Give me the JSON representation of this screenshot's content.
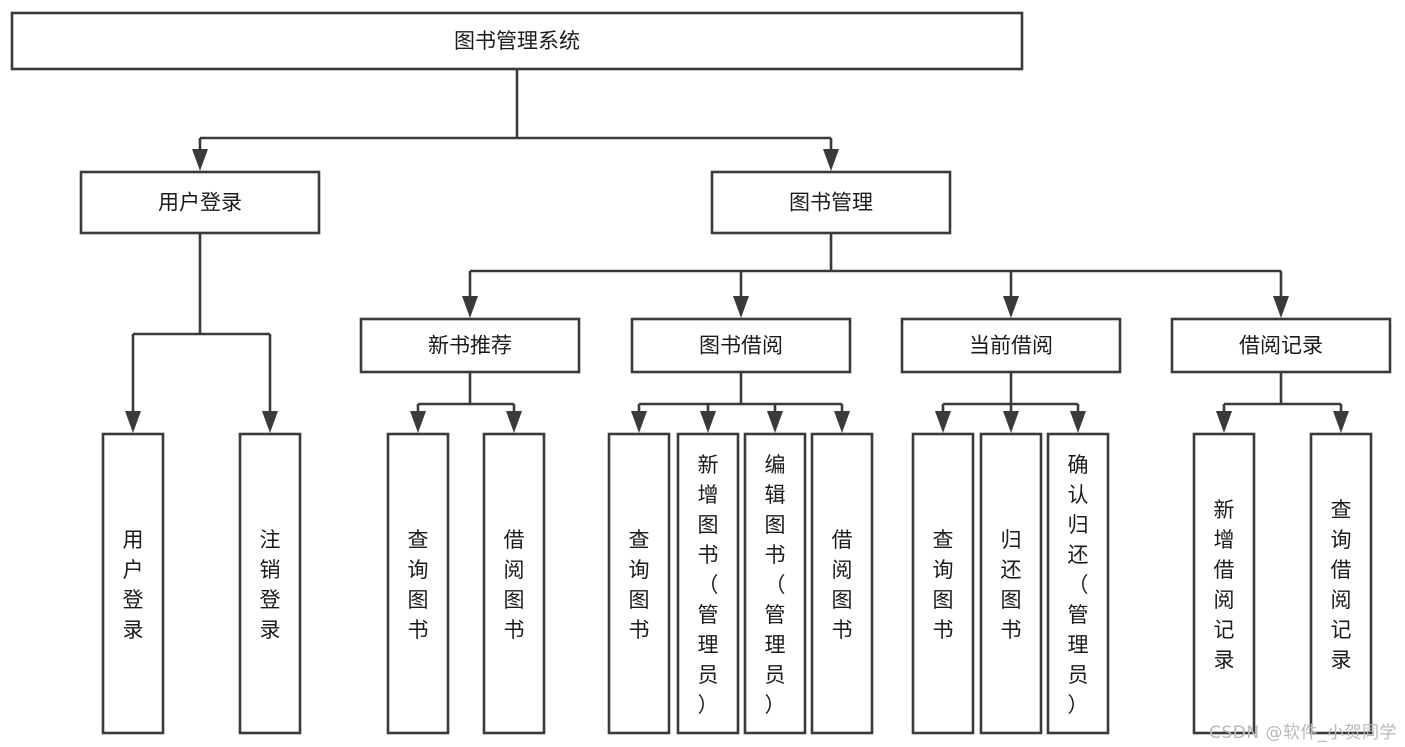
{
  "diagram": {
    "title": "图书管理系统",
    "type": "tree",
    "orientation": "top-down",
    "colors": {
      "box_stroke": "#3a3a3a",
      "box_fill": "#ffffff",
      "connector": "#3a3a3a",
      "text": "#1b1b1b",
      "watermark": "#b9b9b9",
      "background": "#ffffff"
    },
    "root": {
      "id": "root",
      "label": "图书管理系统",
      "orientation": "horizontal"
    },
    "level2": [
      {
        "id": "user-login",
        "label": "用户登录",
        "orientation": "horizontal"
      },
      {
        "id": "book-manage",
        "label": "图书管理",
        "orientation": "horizontal"
      }
    ],
    "level3": [
      {
        "id": "new-book-recommend",
        "label": "新书推荐",
        "orientation": "horizontal",
        "parent": "book-manage"
      },
      {
        "id": "book-borrow",
        "label": "图书借阅",
        "orientation": "horizontal",
        "parent": "book-manage"
      },
      {
        "id": "current-borrow",
        "label": "当前借阅",
        "orientation": "horizontal",
        "parent": "book-manage"
      },
      {
        "id": "borrow-record",
        "label": "借阅记录",
        "orientation": "horizontal",
        "parent": "book-manage"
      }
    ],
    "leaves": [
      {
        "id": "leaf-user-login",
        "label": "用户登录",
        "orientation": "vertical",
        "parent": "user-login"
      },
      {
        "id": "leaf-user-logout",
        "label": "注销登录",
        "orientation": "vertical",
        "parent": "user-login"
      },
      {
        "id": "leaf-query-book-1",
        "label": "查询图书",
        "orientation": "vertical",
        "parent": "new-book-recommend"
      },
      {
        "id": "leaf-borrow-book-1",
        "label": "借阅图书",
        "orientation": "vertical",
        "parent": "new-book-recommend"
      },
      {
        "id": "leaf-query-book-2",
        "label": "查询图书",
        "orientation": "vertical",
        "parent": "book-borrow"
      },
      {
        "id": "leaf-add-book",
        "label": "新增图书（管理员）",
        "orientation": "vertical",
        "parent": "book-borrow"
      },
      {
        "id": "leaf-edit-book",
        "label": "编辑图书（管理员）",
        "orientation": "vertical",
        "parent": "book-borrow"
      },
      {
        "id": "leaf-borrow-book-2",
        "label": "借阅图书",
        "orientation": "vertical",
        "parent": "book-borrow"
      },
      {
        "id": "leaf-query-book-3",
        "label": "查询图书",
        "orientation": "vertical",
        "parent": "current-borrow"
      },
      {
        "id": "leaf-return-book",
        "label": "归还图书",
        "orientation": "vertical",
        "parent": "current-borrow"
      },
      {
        "id": "leaf-confirm-return",
        "label": "确认归还（管理员）",
        "orientation": "vertical",
        "parent": "current-borrow"
      },
      {
        "id": "leaf-add-record",
        "label": "新增借阅记录",
        "orientation": "vertical",
        "parent": "borrow-record"
      },
      {
        "id": "leaf-query-record",
        "label": "查询借阅记录",
        "orientation": "vertical",
        "parent": "borrow-record"
      }
    ]
  },
  "watermark": {
    "text": "CSDN @软件_小贺同学"
  }
}
